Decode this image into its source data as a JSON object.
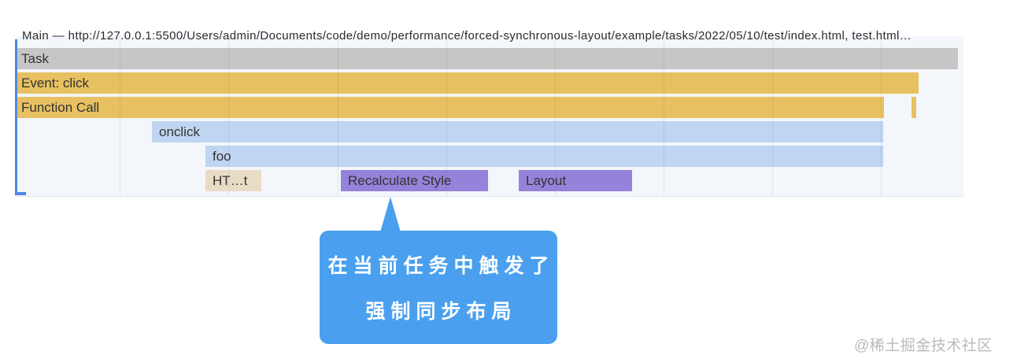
{
  "header": {
    "clipped_main_track_text": "Main — http://127.0.0.1:5500/Users/admin/Documents/code/demo/performance/forced-synchronous-layout/example/tasks/2022/05/10/test/index.html, test.html…"
  },
  "flame_chart": {
    "background": "#f3f6fb",
    "gridline_color": "rgba(40,50,70,0.09)",
    "selection_color": "#4f87e8",
    "label_color": "#333333",
    "bars": [
      {
        "name": "task",
        "label": "Task",
        "color": "#c6c6c6"
      },
      {
        "name": "event-click",
        "label": "Event: click",
        "color": "#e7c061"
      },
      {
        "name": "function-call",
        "label": "Function Call",
        "color": "#e7c061"
      },
      {
        "name": "function-call-sliver",
        "label": "",
        "color": "#e7c061"
      },
      {
        "name": "onclick",
        "label": "onclick",
        "color": "#bfd5f1"
      },
      {
        "name": "foo",
        "label": "foo",
        "color": "#bfd5f1"
      },
      {
        "name": "parse-html",
        "label": "HT…t",
        "color": "#e9dcc4"
      },
      {
        "name": "recalculate-style",
        "label": "Recalculate Style",
        "color": "#9582da"
      },
      {
        "name": "layout",
        "label": "Layout",
        "color": "#9582da"
      }
    ]
  },
  "callout": {
    "line1": "在当前任务中触发了",
    "line2": "强制同步布局",
    "background": "#4aa0ef",
    "text_color": "#ffffff"
  },
  "watermark": {
    "text": "@稀土掘金技术社区",
    "color": "#bdbab8"
  }
}
